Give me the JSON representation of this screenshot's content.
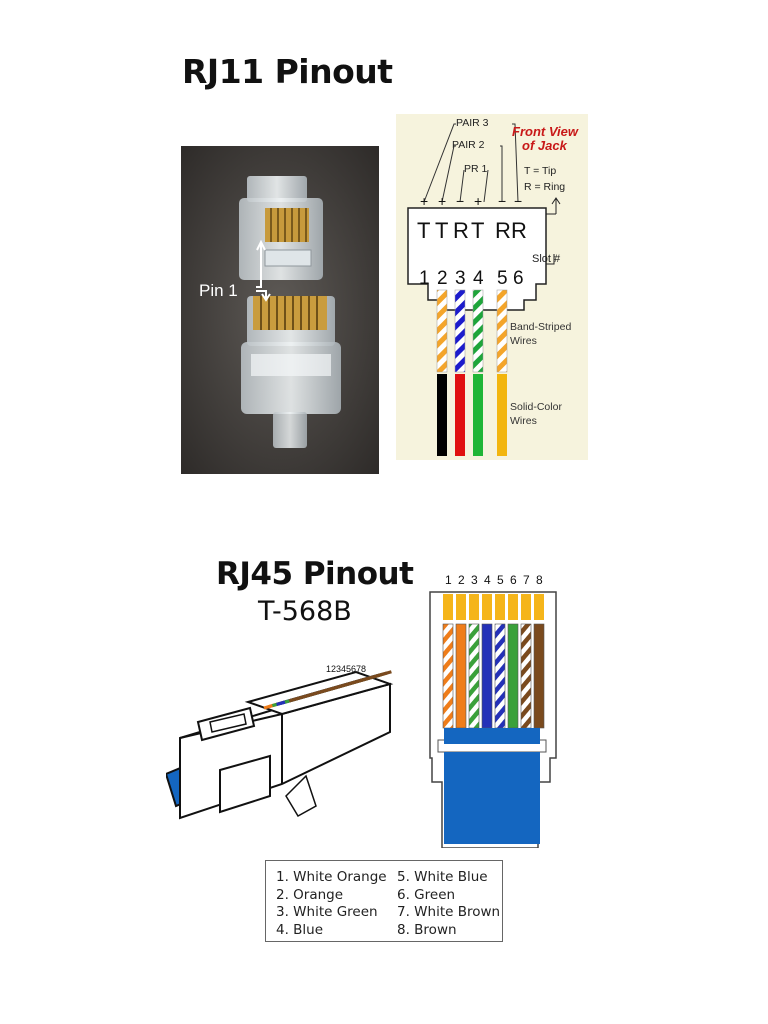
{
  "rj11": {
    "title": "RJ11 Pinout",
    "photo_label": "Pin 1",
    "pairs": [
      "PAIR 3",
      "PAIR 2",
      "PR 1"
    ],
    "front_view": [
      "Front View",
      "of Jack"
    ],
    "tip_note": "T = Tip",
    "ring_note": "R = Ring",
    "polarity": [
      "+",
      "+",
      "−",
      "+",
      "−",
      "−"
    ],
    "slot_letters": [
      "T",
      "T",
      "R",
      "T",
      "R",
      "R"
    ],
    "slot_numbers": [
      "1",
      "2",
      "3",
      "4",
      "5",
      "6"
    ],
    "slot_label": "Slot #",
    "striped_label": [
      "Band-Striped",
      "Wires"
    ],
    "solid_label": [
      "Solid-Color",
      "Wires"
    ],
    "wire_colors": {
      "stripe_base": [
        "#f4a52a",
        "#1c1ccc",
        "#ffffff",
        "#1ea53a",
        "#f4a52a"
      ],
      "solid": [
        "#000000",
        "#e01010",
        "#1fb536",
        "#f2b50e"
      ]
    }
  },
  "rj45": {
    "title": "RJ45 Pinout",
    "standard": "T-568B",
    "pin_numbers": [
      "1",
      "2",
      "3",
      "4",
      "5",
      "6",
      "7",
      "8"
    ],
    "plug_pin_numbers": "12345678",
    "wire_colors": [
      "#ef7d1a",
      "#ef7d1a",
      "#3aa13a",
      "#2431b8",
      "#2431b8",
      "#3aa13a",
      "#7a4a1e",
      "#7a4a1e"
    ],
    "cable_color": "#1466c0",
    "legend": {
      "left": [
        "1. White Orange",
        "2. Orange",
        "3. White Green",
        "4. Blue"
      ],
      "right": [
        "5. White Blue",
        "6. Green",
        "7. White Brown",
        "8. Brown"
      ]
    }
  }
}
